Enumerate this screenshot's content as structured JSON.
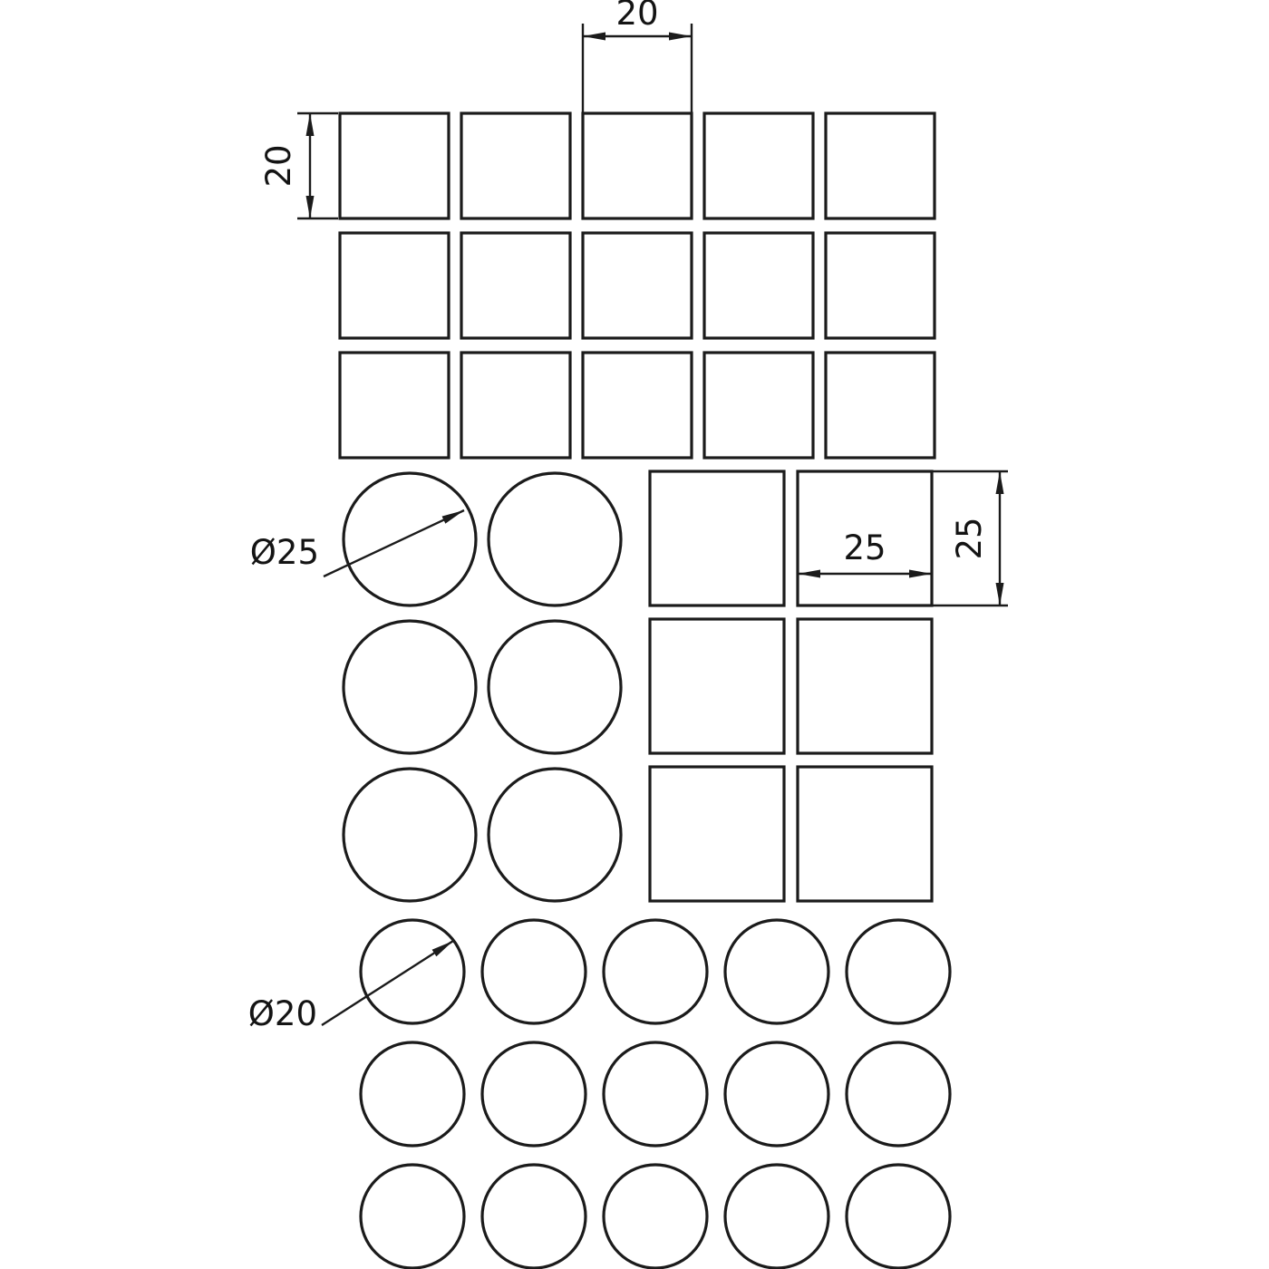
{
  "drawing": {
    "labels": {
      "square20_width": "20",
      "square20_height": "20",
      "circle25_diameter": "Ø25",
      "square25_width": "25",
      "square25_height": "25",
      "circle20_diameter": "Ø20"
    },
    "groups": {
      "squares_20": {
        "shape": "square",
        "rows": 3,
        "cols": 5,
        "count": 15,
        "size_label": "20"
      },
      "circles_25": {
        "shape": "circle",
        "rows": 3,
        "cols": 2,
        "count": 6,
        "diameter_label": "Ø25"
      },
      "squares_25": {
        "shape": "square",
        "rows": 3,
        "cols": 2,
        "count": 6,
        "size_label": "25"
      },
      "circles_20": {
        "shape": "circle",
        "rows": 3,
        "cols": 5,
        "count": 15,
        "diameter_label": "Ø20"
      }
    },
    "colors": {
      "line": "#1b1b1b",
      "background": "#ffffff"
    }
  }
}
